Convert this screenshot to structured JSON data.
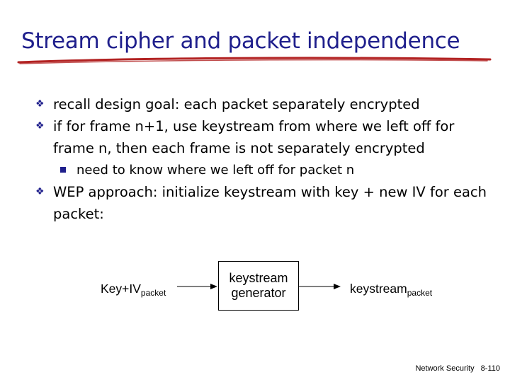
{
  "slide": {
    "title": "Stream cipher and packet independence",
    "bullets": [
      "recall design goal: each packet separately encrypted",
      "if for frame n+1, use keystream from where we left off for frame n, then each frame is not separately encrypted",
      "WEP approach: initialize keystream with key + new IV for each packet:"
    ],
    "sub_bullet": "need to know where we left off for packet n",
    "bullet_icon": "diamond-bullet-icon",
    "sub_bullet_icon": "square-bullet-icon",
    "accent_color": "#1f1f8c",
    "underline_color": "#b22222"
  },
  "diagram": {
    "input_label": "Key+IV",
    "input_sub": "packet",
    "box_line1": "keystream",
    "box_line2": "generator",
    "output_label": "keystream",
    "output_sub": "packet"
  },
  "footer": {
    "text": "Network Security",
    "page": "8-110"
  }
}
